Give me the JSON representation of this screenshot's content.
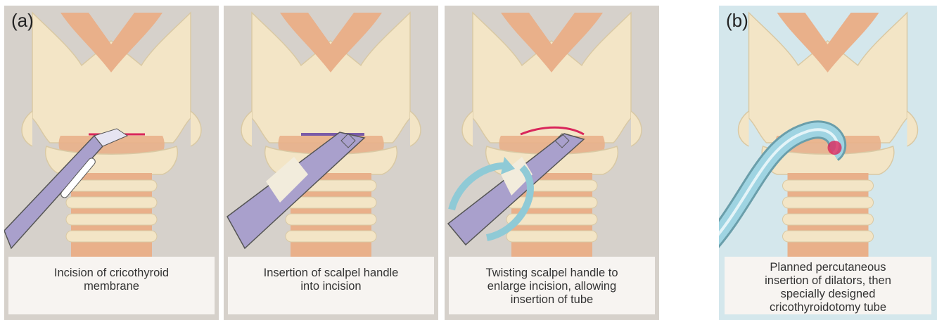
{
  "panels": [
    {
      "tag": "(a)",
      "caption": "Incision of cricothyroid\nmembrane"
    },
    {
      "tag": "",
      "caption": "Insertion of scalpel handle\ninto incision"
    },
    {
      "tag": "",
      "caption": "Twisting scalpel handle to\nenlarge incision, allowing\ninsertion of tube"
    },
    {
      "tag": "(b)",
      "caption": "Planned percutaneous\ninsertion of dilators, then\nspecially designed\ncricothyroidotomy tube"
    }
  ],
  "colors": {
    "panel_a_bg": "#d6d1cb",
    "panel_b_bg": "#d4e7ec",
    "cartilage": "#f3e5c6",
    "muscle": "#e9b08a",
    "incision": "#d9265b",
    "scalpel": "#a9a0cc",
    "tube": "#9fd4e2",
    "arrow": "#8fcad6"
  }
}
